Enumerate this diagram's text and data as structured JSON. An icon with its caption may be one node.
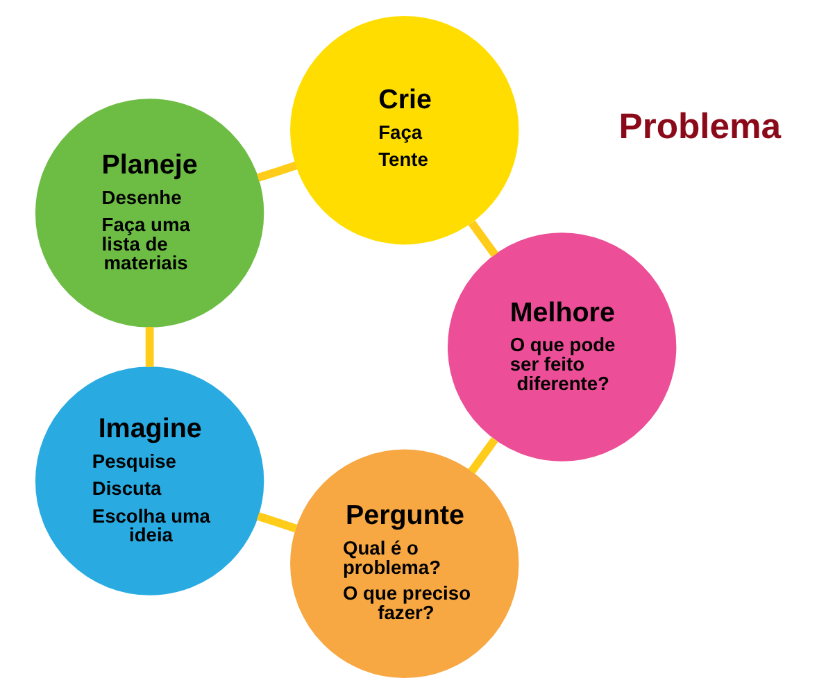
{
  "diagram": {
    "nodes": [
      {
        "text": [
          "Pergunte",
          "Qual é o problema?",
          "O que preciso fazer?"
        ]
      },
      {
        "text": [
          "Imagine",
          "Pesquise",
          "Discuta",
          "Escolha uma ideia"
        ]
      },
      {
        "text": [
          "Planeje",
          "Desenhe",
          "Faça uma lista de materiais"
        ]
      },
      {
        "text": [
          "Crie",
          "Faça",
          "Tente"
        ]
      },
      {
        "text": [
          "Melhore",
          "O que pode ser feito diferente?"
        ]
      }
    ],
    "edges": [
      {
        "from": 0,
        "to": 1,
        "arrow": "none"
      },
      {
        "from": 1,
        "to": 2,
        "arrow": "none"
      },
      {
        "from": 2,
        "to": 3,
        "arrow": "none"
      },
      {
        "from": 3,
        "to": 4,
        "arrow": "none"
      },
      {
        "from": 4,
        "to": 0,
        "arrow": "none"
      }
    ],
    "labels": [
      "Problema"
    ]
  }
}
